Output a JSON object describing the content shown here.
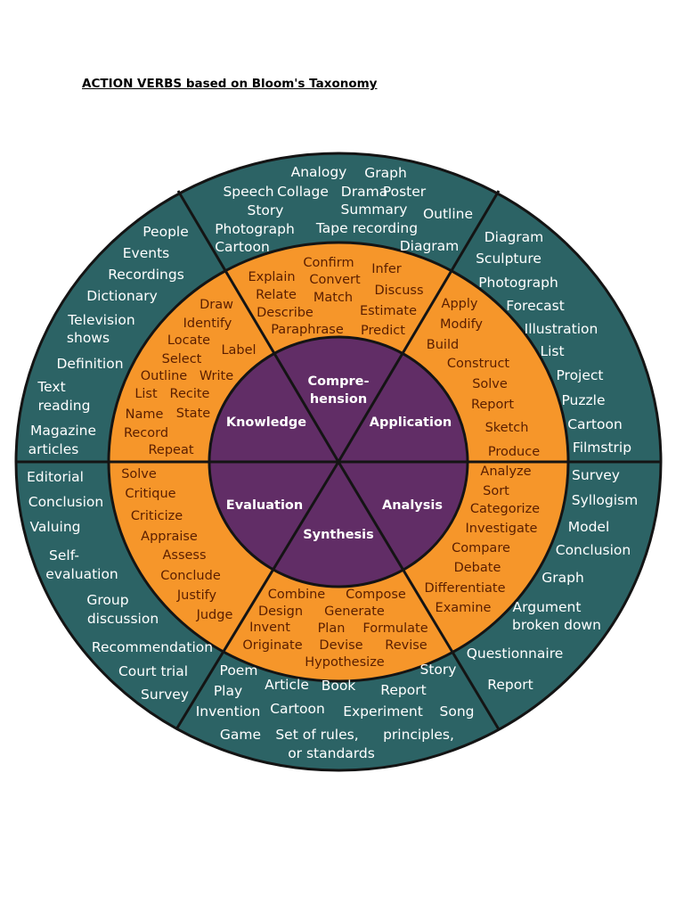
{
  "title": "ACTION VERBS based on Bloom's Taxonomy",
  "colors": {
    "outer_ring": "#2c6365",
    "middle_ring": "#f6962a",
    "core": "#612d66",
    "outline": "#141414",
    "outer_text": "#ffffff",
    "middle_text": "#5a1e00",
    "core_text": "#ffffff"
  },
  "categories": [
    {
      "key": "knowledge",
      "label": "Knowledge"
    },
    {
      "key": "comprehension",
      "label": "Compre-\nhension"
    },
    {
      "key": "application",
      "label": "Application"
    },
    {
      "key": "analysis",
      "label": "Analysis"
    },
    {
      "key": "synthesis",
      "label": "Synthesis"
    },
    {
      "key": "evaluation",
      "label": "Evaluation"
    }
  ],
  "verbs": {
    "knowledge": [
      "Draw",
      "Identify",
      "Locate",
      "Label",
      "Select",
      "Outline",
      "Write",
      "List",
      "Recite",
      "Name",
      "State",
      "Record",
      "Repeat"
    ],
    "comprehension": [
      "Confirm",
      "Infer",
      "Explain",
      "Convert",
      "Relate",
      "Match",
      "Discuss",
      "Describe",
      "Estimate",
      "Paraphrase",
      "Predict"
    ],
    "application": [
      "Apply",
      "Modify",
      "Build",
      "Construct",
      "Solve",
      "Report",
      "Sketch",
      "Produce"
    ],
    "analysis": [
      "Analyze",
      "Sort",
      "Categorize",
      "Investigate",
      "Compare",
      "Debate",
      "Differentiate",
      "Examine"
    ],
    "synthesis": [
      "Combine",
      "Compose",
      "Design",
      "Generate",
      "Invent",
      "Plan",
      "Formulate",
      "Originate",
      "Devise",
      "Revise",
      "Hypothesize"
    ],
    "evaluation": [
      "Solve",
      "Critique",
      "Criticize",
      "Appraise",
      "Assess",
      "Conclude",
      "Justify",
      "Judge"
    ]
  },
  "products": {
    "knowledge": [
      "People",
      "Events",
      "Recordings",
      "Dictionary",
      "Television",
      "shows",
      "Definition",
      "Text",
      "reading",
      "Magazine",
      "articles"
    ],
    "comprehension": [
      "Analogy",
      "Graph",
      "Speech",
      "Collage",
      "Drama",
      "Poster",
      "Story",
      "Summary",
      "Outline",
      "Photograph",
      "Tape recording",
      "Cartoon",
      "Diagram"
    ],
    "application": [
      "Diagram",
      "Sculpture",
      "Photograph",
      "Forecast",
      "Illustration",
      "List",
      "Project",
      "Puzzle",
      "Cartoon",
      "Filmstrip"
    ],
    "analysis": [
      "Survey",
      "Syllogism",
      "Model",
      "Conclusion",
      "Graph",
      "Argument",
      "broken down",
      "Questionnaire",
      "Report"
    ],
    "synthesis": [
      "Poem",
      "Story",
      "Play",
      "Article",
      "Book",
      "Report",
      "Invention",
      "Cartoon",
      "Experiment",
      "Song",
      "Game",
      "Set of rules,",
      "principles,",
      "or standards"
    ],
    "evaluation": [
      "Editorial",
      "Conclusion",
      "Valuing",
      "Self-",
      "evaluation",
      "Group",
      "discussion",
      "Recommendation",
      "Court trial",
      "Survey"
    ]
  }
}
